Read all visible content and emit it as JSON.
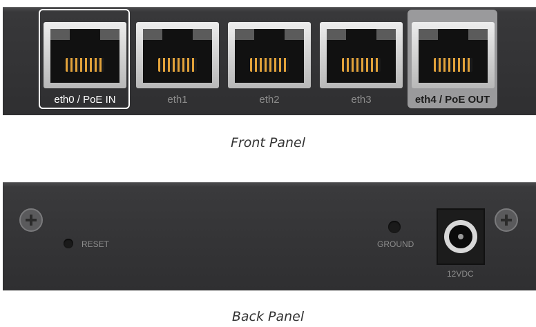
{
  "front_panel": {
    "ports": [
      {
        "label": "eth0 / PoE IN"
      },
      {
        "label": "eth1"
      },
      {
        "label": "eth2"
      },
      {
        "label": "eth3"
      },
      {
        "label": "eth4 / PoE OUT"
      }
    ],
    "caption": "Front Panel"
  },
  "back_panel": {
    "reset_label": "RESET",
    "ground_label": "GROUND",
    "power_label": "12VDC",
    "caption": "Back Panel"
  }
}
